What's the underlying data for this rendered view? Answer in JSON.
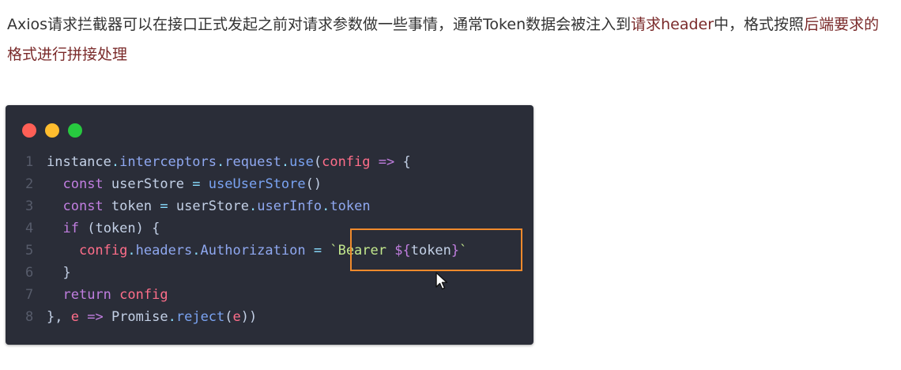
{
  "paragraph": {
    "parts": [
      {
        "text": "Axios请求拦截器可以在接口正式发起之前对请求参数做一些事情，通常Token数据会被注入到",
        "highlight": false
      },
      {
        "text": "请求header",
        "highlight": true
      },
      {
        "text": "中，格式按照",
        "highlight": false
      },
      {
        "text": "后端要求的格式进行拼接处理",
        "highlight": true
      }
    ]
  },
  "colors": {
    "highlight_text": "#7a2a2a",
    "code_background": "#2a2d38",
    "box_border": "#f08a2c",
    "dot_red": "#ff5f56",
    "dot_yellow": "#ffbd2e",
    "dot_green": "#27c93f"
  },
  "code": {
    "lines": [
      {
        "n": "1",
        "tokens": [
          [
            "id",
            "instance"
          ],
          [
            "op",
            "."
          ],
          [
            "prop",
            "interceptors"
          ],
          [
            "op",
            "."
          ],
          [
            "prop",
            "request"
          ],
          [
            "op",
            "."
          ],
          [
            "fn",
            "use"
          ],
          [
            "punc",
            "("
          ],
          [
            "param",
            "config"
          ],
          [
            "punc",
            " "
          ],
          [
            "kw",
            "=>"
          ],
          [
            "punc",
            " {"
          ]
        ]
      },
      {
        "n": "2",
        "tokens": [
          [
            "punc",
            "  "
          ],
          [
            "kw",
            "const"
          ],
          [
            "punc",
            " "
          ],
          [
            "id",
            "userStore"
          ],
          [
            "punc",
            " "
          ],
          [
            "op",
            "="
          ],
          [
            "punc",
            " "
          ],
          [
            "fn",
            "useUserStore"
          ],
          [
            "punc",
            "()"
          ]
        ]
      },
      {
        "n": "3",
        "tokens": [
          [
            "punc",
            "  "
          ],
          [
            "kw",
            "const"
          ],
          [
            "punc",
            " "
          ],
          [
            "id",
            "token"
          ],
          [
            "punc",
            " "
          ],
          [
            "op",
            "="
          ],
          [
            "punc",
            " "
          ],
          [
            "id",
            "userStore"
          ],
          [
            "op",
            "."
          ],
          [
            "prop",
            "userInfo"
          ],
          [
            "op",
            "."
          ],
          [
            "prop",
            "token"
          ]
        ]
      },
      {
        "n": "4",
        "tokens": [
          [
            "punc",
            "  "
          ],
          [
            "kw",
            "if"
          ],
          [
            "punc",
            " ("
          ],
          [
            "id",
            "token"
          ],
          [
            "punc",
            ") {"
          ]
        ]
      },
      {
        "n": "5",
        "tokens": [
          [
            "punc",
            "    "
          ],
          [
            "param",
            "config"
          ],
          [
            "op",
            "."
          ],
          [
            "prop",
            "headers"
          ],
          [
            "op",
            "."
          ],
          [
            "prop",
            "Authorization"
          ],
          [
            "punc",
            " "
          ],
          [
            "op",
            "="
          ],
          [
            "punc",
            " "
          ],
          [
            "str",
            "`Bearer "
          ],
          [
            "tmpl",
            "${"
          ],
          [
            "id",
            "token"
          ],
          [
            "tmpl",
            "}"
          ],
          [
            "str",
            "`"
          ]
        ]
      },
      {
        "n": "6",
        "tokens": [
          [
            "punc",
            "  }"
          ]
        ]
      },
      {
        "n": "7",
        "tokens": [
          [
            "punc",
            "  "
          ],
          [
            "kw",
            "return"
          ],
          [
            "punc",
            " "
          ],
          [
            "param",
            "config"
          ]
        ]
      },
      {
        "n": "8",
        "tokens": [
          [
            "punc",
            "}, "
          ],
          [
            "param",
            "e"
          ],
          [
            "punc",
            " "
          ],
          [
            "kw",
            "=>"
          ],
          [
            "punc",
            " "
          ],
          [
            "id",
            "Promise"
          ],
          [
            "op",
            "."
          ],
          [
            "fn",
            "reject"
          ],
          [
            "punc",
            "("
          ],
          [
            "param",
            "e"
          ],
          [
            "punc",
            "))"
          ]
        ]
      }
    ]
  },
  "cursor_icon": "mouse-pointer-icon"
}
